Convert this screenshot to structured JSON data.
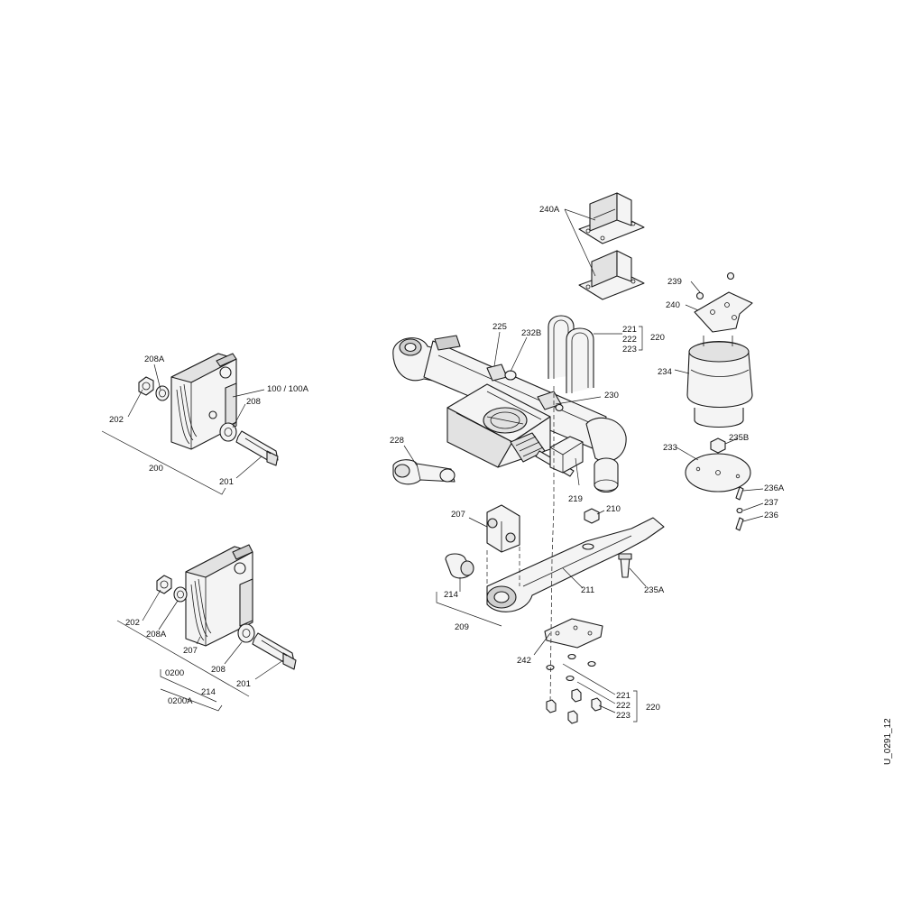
{
  "drawing": {
    "reference_code": "U_0291_12"
  },
  "callouts": {
    "l_100": "100 / 100A",
    "l_208A_top": "208A",
    "l_208_top": "208",
    "l_202_top": "202",
    "l_201_top": "201",
    "l_200": "200",
    "l_202_bot": "202",
    "l_208A_bot": "208A",
    "l_207_bot": "207",
    "l_208_bot": "208",
    "l_201_bot": "201",
    "l_0200": "0200",
    "l_214_bot": "214",
    "l_0200A": "0200A",
    "l_240A": "240A",
    "l_239": "239",
    "l_240": "240",
    "l_225": "225",
    "l_232B": "232B",
    "l_221_top": "221",
    "l_222_top": "222",
    "l_223_top": "223",
    "l_220_top": "220",
    "l_234": "234",
    "l_230": "230",
    "l_228": "228",
    "l_233": "233",
    "l_235B": "235B",
    "l_219": "219",
    "l_236A": "236A",
    "l_237": "237",
    "l_236": "236",
    "l_207_mid": "207",
    "l_210": "210",
    "l_214_mid": "214",
    "l_211": "211",
    "l_235A": "235A",
    "l_209": "209",
    "l_242": "242",
    "l_221_bot": "221",
    "l_222_bot": "222",
    "l_223_bot": "223",
    "l_220_bot": "220"
  }
}
